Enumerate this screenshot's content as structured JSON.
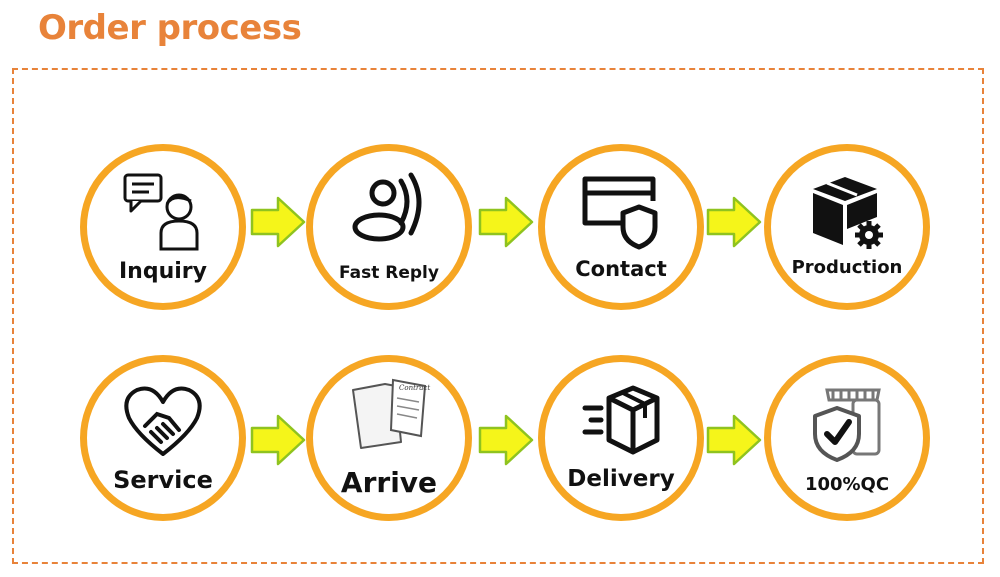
{
  "title": "Order process",
  "colors": {
    "accent": "#e8833a",
    "circle_border": "#f6a623",
    "arrow_fill": "#f5f51a",
    "arrow_stroke": "#8fc31f"
  },
  "steps": [
    {
      "label": "Inquiry",
      "icon": "person-chat-icon"
    },
    {
      "label": "Fast Reply",
      "icon": "voice-reply-icon"
    },
    {
      "label": "Contact",
      "icon": "payment-card-shield-icon"
    },
    {
      "label": "Production",
      "icon": "boxes-gear-icon"
    },
    {
      "label": "Service",
      "icon": "handshake-heart-icon"
    },
    {
      "label": "Arrive",
      "icon": "contract-documents-icon"
    },
    {
      "label": "Delivery",
      "icon": "delivery-box-icon"
    },
    {
      "label": "100%QC",
      "icon": "quality-shield-check-icon"
    }
  ]
}
